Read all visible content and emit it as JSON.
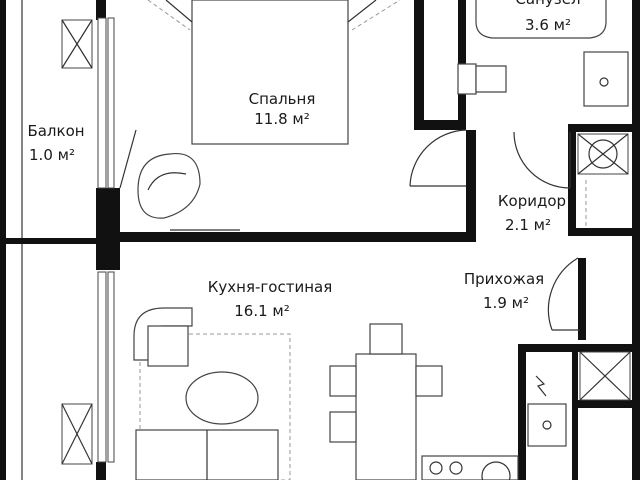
{
  "plan": {
    "rooms": [
      {
        "id": "bathroom",
        "label": "Санузел",
        "area": "3.6 м²"
      },
      {
        "id": "bedroom",
        "label": "Спальня",
        "area": "11.8 м²"
      },
      {
        "id": "balcony",
        "label": "Балкон",
        "area": "1.0 м²"
      },
      {
        "id": "corridor",
        "label": "Коридор",
        "area": "2.1 м²"
      },
      {
        "id": "living",
        "label": "Кухня-гостиная",
        "area": "16.1 м²"
      },
      {
        "id": "hallway",
        "label": "Прихожая",
        "area": "1.9 м²"
      }
    ],
    "colors": {
      "wall": "#111111",
      "line": "#333333",
      "background": "#ffffff"
    }
  }
}
